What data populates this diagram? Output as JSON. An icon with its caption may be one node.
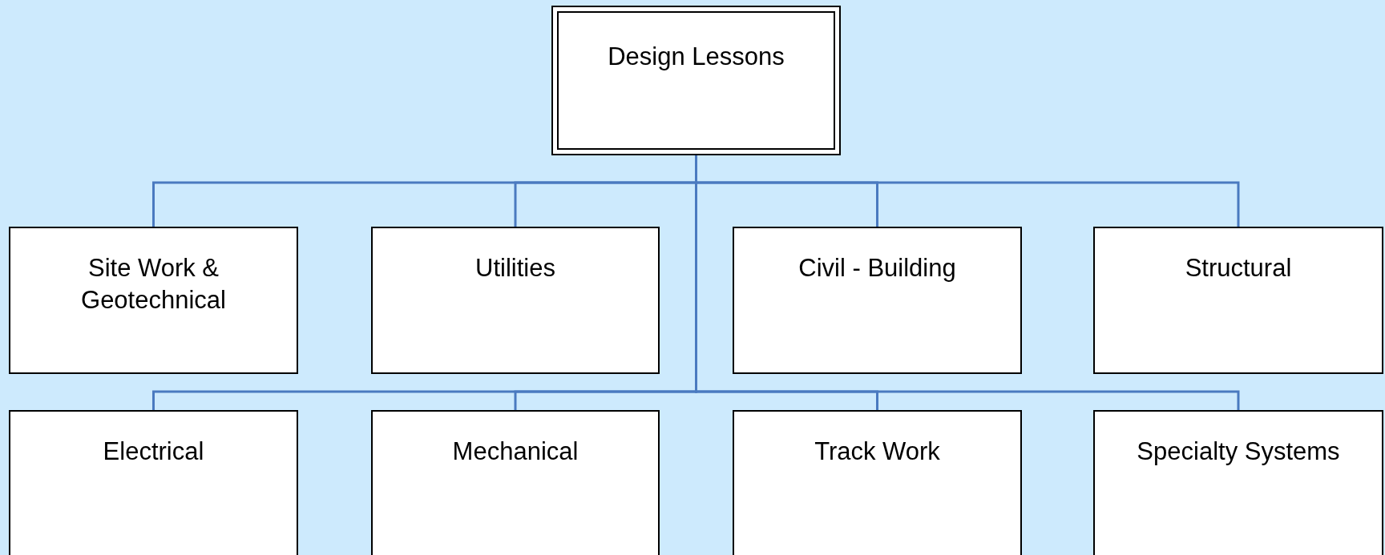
{
  "diagram": {
    "nodes": [
      {
        "text": [
          "Design Lessons"
        ]
      },
      {
        "text": [
          "Site Work & Geotechnical"
        ]
      },
      {
        "text": [
          "Utilities"
        ]
      },
      {
        "text": [
          "Civil - Building"
        ]
      },
      {
        "text": [
          "Structural"
        ]
      },
      {
        "text": [
          "Electrical"
        ]
      },
      {
        "text": [
          "Mechanical"
        ]
      },
      {
        "text": [
          "Track Work"
        ]
      },
      {
        "text": [
          "Specialty Systems"
        ]
      }
    ],
    "edges": [
      {
        "from": 0,
        "to": 1,
        "arrow": "none"
      },
      {
        "from": 0,
        "to": 2,
        "arrow": "none"
      },
      {
        "from": 0,
        "to": 3,
        "arrow": "none"
      },
      {
        "from": 0,
        "to": 4,
        "arrow": "none"
      },
      {
        "from": 0,
        "to": 5,
        "arrow": "none"
      },
      {
        "from": 0,
        "to": 6,
        "arrow": "none"
      },
      {
        "from": 0,
        "to": 7,
        "arrow": "none"
      },
      {
        "from": 0,
        "to": 8,
        "arrow": "none"
      }
    ]
  }
}
